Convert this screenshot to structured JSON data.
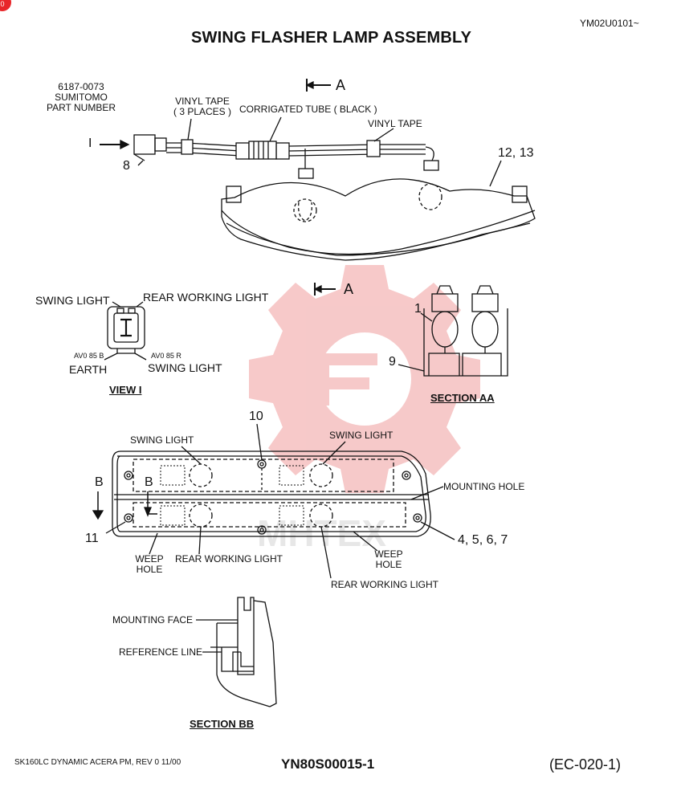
{
  "header": {
    "corner_badge": "0",
    "doc_id": "YM02U0101~",
    "title": "SWING FLASHER LAMP ASSEMBLY"
  },
  "assembly": {
    "part_number_lines": [
      "6187-0073",
      "SUMITOMO",
      "PART NUMBER"
    ],
    "vinyl_tape_3": [
      "VINYL TAPE",
      "( 3 PLACES )"
    ],
    "corrugated_tube": "CORRIGATED TUBE ( BLACK )",
    "vinyl_tape": "VINYL TAPE",
    "arrow_A_top": "A",
    "view_arrow_I": "I",
    "callout_8": "8",
    "callout_12_13": "12, 13"
  },
  "view_i": {
    "swing_light_top": "SWING  LIGHT",
    "rear_working_light": "REAR WORKING LIGHT",
    "wire_left": "AV0   85 B",
    "wire_right": "AV0   85 R",
    "earth": "EARTH",
    "swing_light_bottom": "SWING  LIGHT",
    "caption": "VIEW   I"
  },
  "section_aa": {
    "arrow_A": "A",
    "callout_1": "1",
    "callout_9": "9",
    "caption": "SECTION   AA"
  },
  "lamp_front": {
    "swing_light_left": "SWING LIGHT",
    "callout_10": "10",
    "swing_light_right": "SWING LIGHT",
    "mounting_hole": "MOUNTING HOLE",
    "section_B_left": "B",
    "section_B_inner": "B",
    "callout_11": "11",
    "callout_4567": "4, 5, 6, 7",
    "weep_hole_left": [
      "WEEP",
      "HOLE"
    ],
    "rear_working_light_left": "REAR WORKING LIGHT",
    "weep_hole_right": [
      "WEEP",
      "HOLE"
    ],
    "rear_working_light_bottom": "REAR WORKING LIGHT"
  },
  "section_bb": {
    "mounting_face": "MOUNTING FACE",
    "reference_line": "REFERENCE LINE",
    "caption": "SECTION   BB"
  },
  "footer": {
    "model": "SK160LC DYNAMIC ACERA PM,  REV 0 11/00",
    "drawing_no": "YN80S00015-1",
    "page_code": "(EC-020-1)"
  },
  "colors": {
    "ink": "#111111",
    "watermark": "#f4b7b7",
    "watermark_text": "#cccccc",
    "badge": "#e8262a"
  }
}
